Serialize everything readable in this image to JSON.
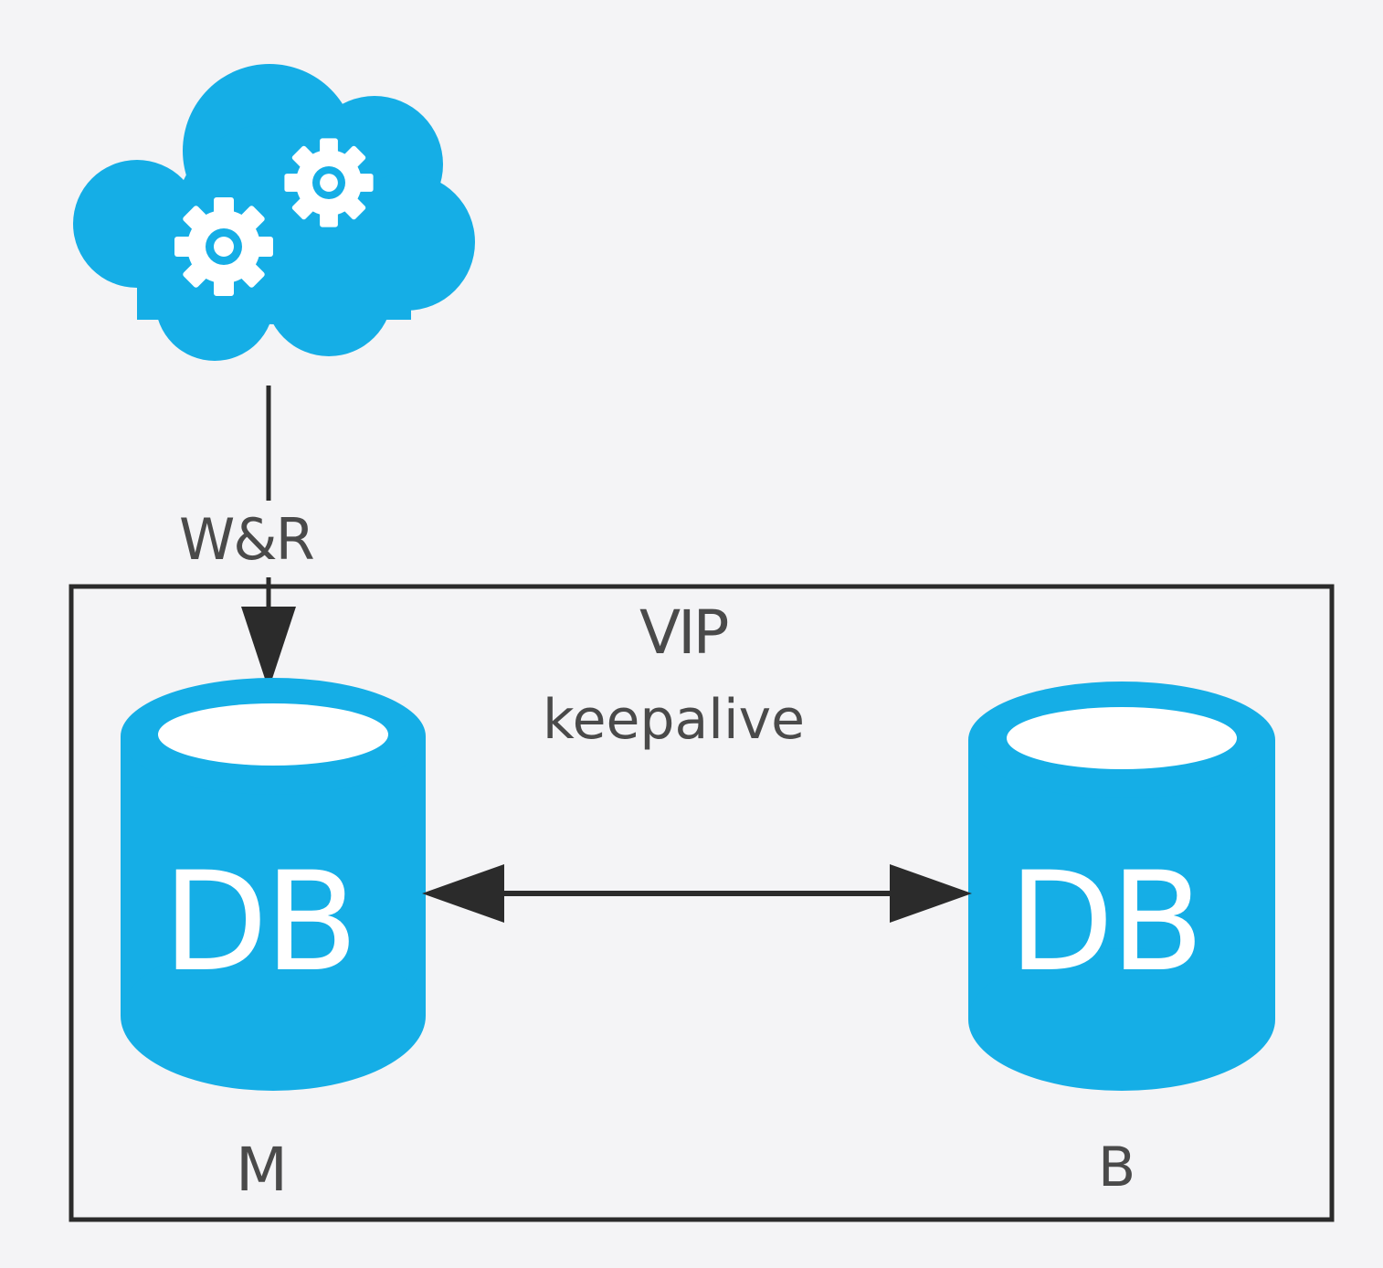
{
  "diagram": {
    "connection_label": "W&R",
    "vip_label": "VIP",
    "keepalive_label": "keepalive",
    "master": {
      "db_text": "DB",
      "role_label": "M"
    },
    "backup": {
      "db_text": "DB",
      "role_label": "B"
    }
  },
  "colors": {
    "accent": "#15aee6",
    "line": "#2b2b2b",
    "label": "#4a4a4a",
    "background": "#f4f4f6"
  },
  "icons": {
    "cloud": "cloud-gears-icon",
    "database": "database-icon"
  }
}
